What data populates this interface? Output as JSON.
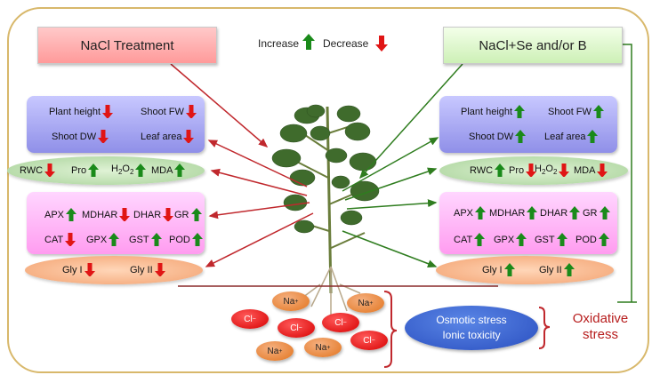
{
  "titles": {
    "nacl_treatment": "NaCl Treatment",
    "nacl_se_b": "NaCl+Se and/or B"
  },
  "legend": {
    "increase": "Increase",
    "decrease": "Decrease"
  },
  "left": {
    "growth": [
      {
        "label": "Plant height",
        "dir": "down"
      },
      {
        "label": "Shoot FW",
        "dir": "down"
      },
      {
        "label": "Shoot DW",
        "dir": "down"
      },
      {
        "label": "Leaf area",
        "dir": "down"
      }
    ],
    "osmo": [
      {
        "label": "RWC",
        "dir": "down"
      },
      {
        "label": "Pro",
        "dir": "up"
      },
      {
        "label": "H",
        "sub1": "2",
        "label2": "O",
        "sub2": "2",
        "dir": "up"
      },
      {
        "label": "MDA",
        "dir": "up"
      }
    ],
    "enzymes": [
      {
        "label": "APX",
        "dir": "up"
      },
      {
        "label": "MDHAR",
        "dir": "down"
      },
      {
        "label": "DHAR",
        "dir": "down"
      },
      {
        "label": "GR",
        "dir": "up"
      },
      {
        "label": "CAT",
        "dir": "down"
      },
      {
        "label": "GPX",
        "dir": "up"
      },
      {
        "label": "GST",
        "dir": "up"
      },
      {
        "label": "POD",
        "dir": "up"
      }
    ],
    "gly": [
      {
        "label": "Gly I",
        "dir": "down"
      },
      {
        "label": "Gly II",
        "dir": "down"
      }
    ]
  },
  "right": {
    "growth": [
      {
        "label": "Plant height",
        "dir": "up"
      },
      {
        "label": "Shoot FW",
        "dir": "up"
      },
      {
        "label": "Shoot DW",
        "dir": "up"
      },
      {
        "label": "Leaf area",
        "dir": "up"
      }
    ],
    "osmo": [
      {
        "label": "RWC",
        "dir": "up"
      },
      {
        "label": "Pro",
        "dir": "down"
      },
      {
        "label": "H",
        "sub1": "2",
        "label2": "O",
        "sub2": "2",
        "dir": "down"
      },
      {
        "label": "MDA",
        "dir": "down"
      }
    ],
    "enzymes": [
      {
        "label": "APX",
        "dir": "up"
      },
      {
        "label": "MDHAR",
        "dir": "up"
      },
      {
        "label": "DHAR",
        "dir": "up"
      },
      {
        "label": "GR",
        "dir": "up"
      },
      {
        "label": "CAT",
        "dir": "up"
      },
      {
        "label": "GPX",
        "dir": "up"
      },
      {
        "label": "GST",
        "dir": "up"
      },
      {
        "label": "POD",
        "dir": "up"
      }
    ],
    "gly": [
      {
        "label": "Gly I",
        "dir": "up"
      },
      {
        "label": "Gly II",
        "dir": "up"
      }
    ]
  },
  "ions": {
    "na": "Na",
    "cl": "Cl",
    "na_charge": "+",
    "cl_charge": "−"
  },
  "stress": {
    "line1": "Osmotic stress",
    "line2": "Ionic toxicity",
    "oxidative1": "Oxidative",
    "oxidative2": "stress"
  },
  "colors": {
    "up_arrow": "#1a8a1a",
    "down_arrow": "#e01515",
    "red_connector": "#c0282d",
    "green_connector": "#2f7d1f",
    "frame": "#d8b86b"
  }
}
